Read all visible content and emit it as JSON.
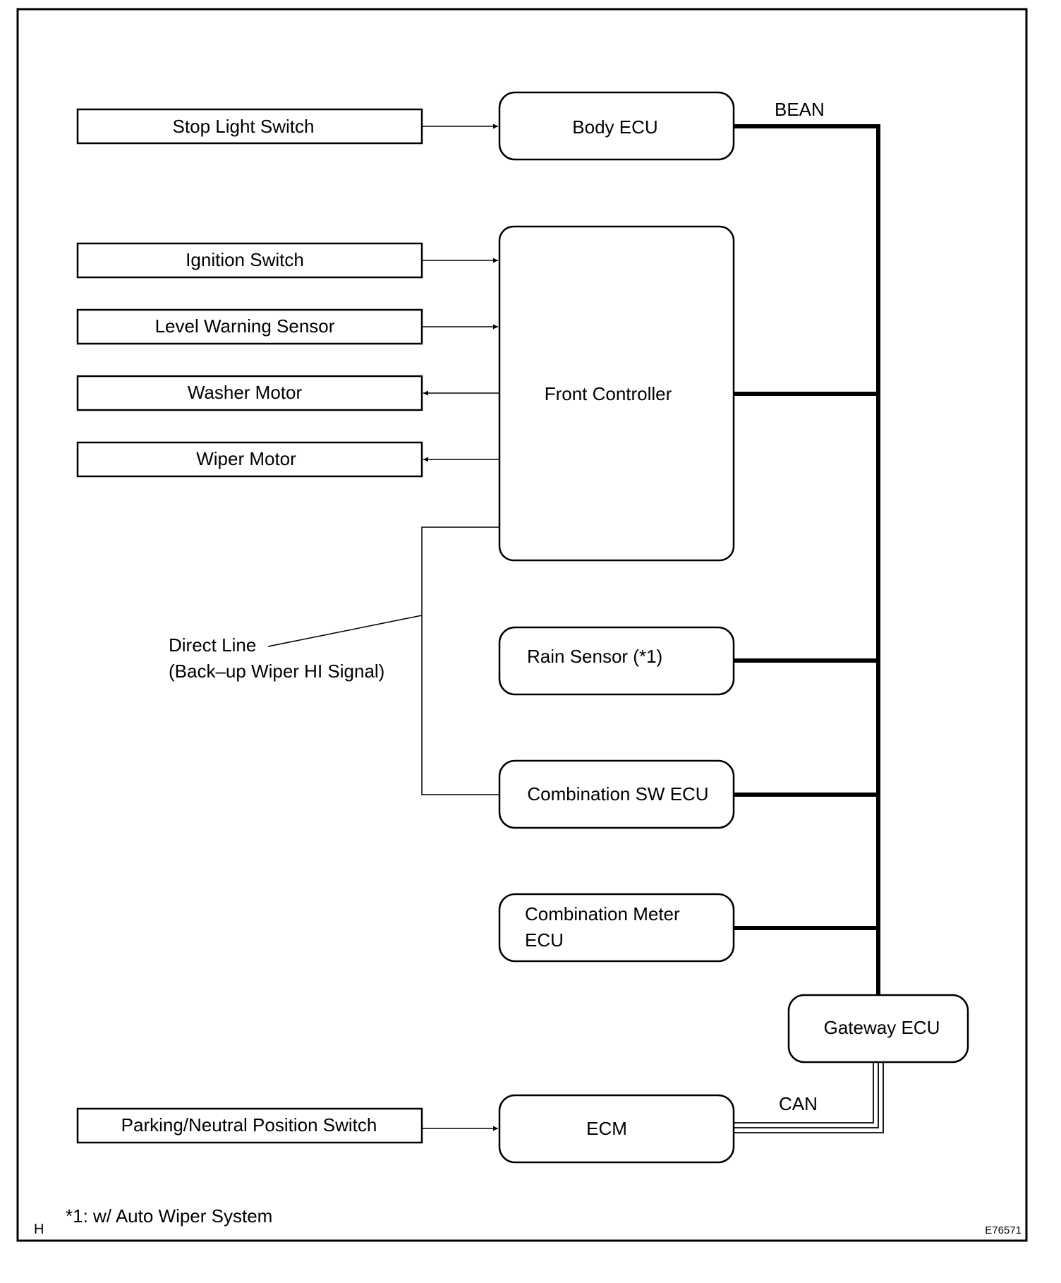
{
  "bus_labels": {
    "bean": "BEAN",
    "can": "CAN"
  },
  "switches": {
    "stop_light_switch": "Stop Light Switch",
    "ignition_switch": "Ignition Switch",
    "level_warning_sensor": "Level Warning Sensor",
    "washer_motor": "Washer Motor",
    "wiper_motor": "Wiper Motor",
    "parking_neutral_position_switch": "Parking/Neutral Position Switch"
  },
  "ecus": {
    "body_ecu": "Body ECU",
    "front_controller": "Front Controller",
    "rain_sensor": "Rain Sensor (*1)",
    "combination_sw_ecu": "Combination SW ECU",
    "combination_meter_ecu": {
      "line1": "Combination Meter",
      "line2": "ECU"
    },
    "gateway_ecu": "Gateway ECU",
    "ecm": "ECM"
  },
  "direct_line": {
    "line1": "Direct Line",
    "line2": "(Back–up Wiper HI Signal)"
  },
  "footnote": "*1: w/ Auto Wiper System",
  "corner_letter": "H",
  "figure_code": "E76571"
}
